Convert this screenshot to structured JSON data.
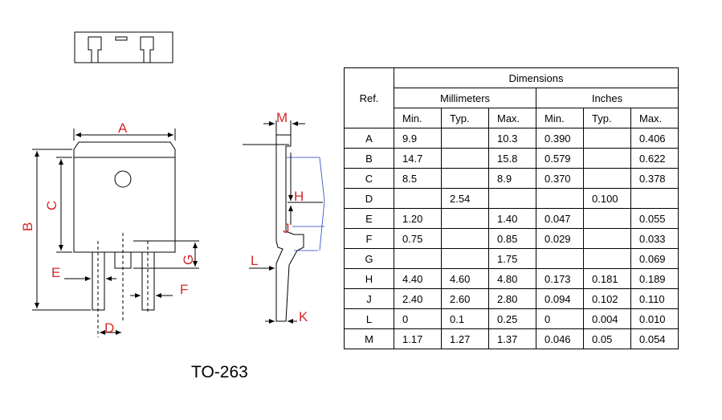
{
  "package_label": "TO-263",
  "dimension_letters": [
    "A",
    "B",
    "C",
    "D",
    "E",
    "F",
    "G",
    "H",
    "J",
    "K",
    "L",
    "M"
  ],
  "colors": {
    "dimension": "#d62828",
    "outline": "#000000",
    "leader": "#1f3fbf"
  },
  "table": {
    "title": "Dimensions",
    "ref_header": "Ref.",
    "group_mm": "Millimeters",
    "group_in": "Inches",
    "sub_headers": [
      "Min.",
      "Typ.",
      "Max.",
      "Min.",
      "Typ.",
      "Max."
    ],
    "rows": [
      {
        "ref": "A",
        "v": [
          "9.9",
          "",
          "10.3",
          "0.390",
          "",
          "0.406"
        ]
      },
      {
        "ref": "B",
        "v": [
          "14.7",
          "",
          "15.8",
          "0.579",
          "",
          "0.622"
        ]
      },
      {
        "ref": "C",
        "v": [
          "8.5",
          "",
          "8.9",
          "0.370",
          "",
          "0.378"
        ]
      },
      {
        "ref": "D",
        "v": [
          "",
          "2.54",
          "",
          "",
          "0.100",
          ""
        ]
      },
      {
        "ref": "E",
        "v": [
          "1.20",
          "",
          "1.40",
          "0.047",
          "",
          "0.055"
        ]
      },
      {
        "ref": "F",
        "v": [
          "0.75",
          "",
          "0.85",
          "0.029",
          "",
          "0.033"
        ]
      },
      {
        "ref": "G",
        "v": [
          "",
          "",
          "1.75",
          "",
          "",
          "0.069"
        ]
      },
      {
        "ref": "H",
        "v": [
          "4.40",
          "4.60",
          "4.80",
          "0.173",
          "0.181",
          "0.189"
        ]
      },
      {
        "ref": "J",
        "v": [
          "2.40",
          "2.60",
          "2.80",
          "0.094",
          "0.102",
          "0.110"
        ]
      },
      {
        "ref": "L",
        "v": [
          "0",
          "0.1",
          "0.25",
          "0",
          "0.004",
          "0.010"
        ]
      },
      {
        "ref": "M",
        "v": [
          "1.17",
          "1.27",
          "1.37",
          "0.046",
          "0.05",
          "0.054"
        ]
      }
    ]
  }
}
